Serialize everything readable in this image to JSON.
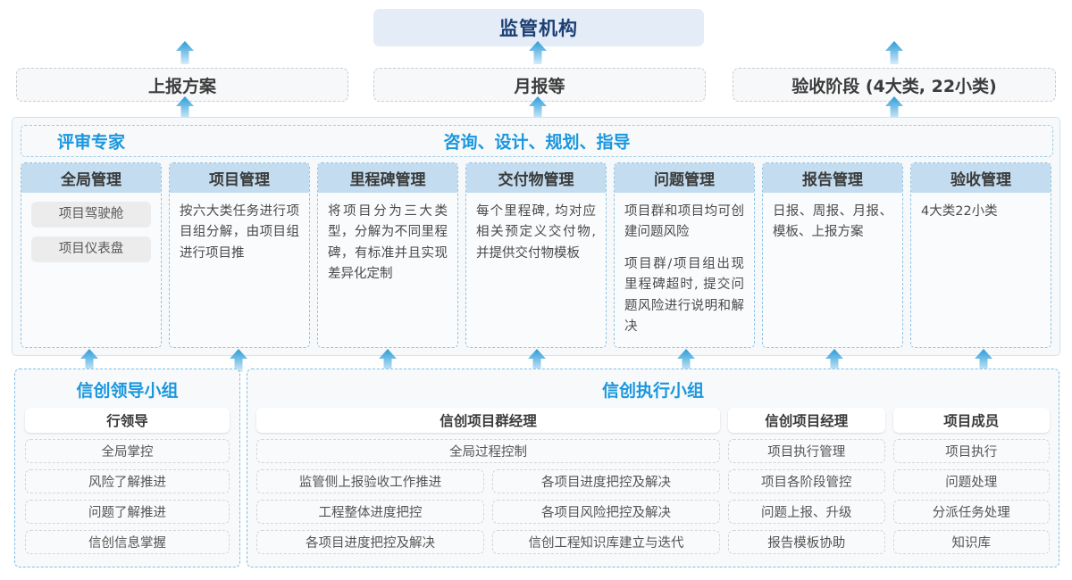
{
  "top": {
    "regulator": "监管机构",
    "boxes": [
      "上报方案",
      "月报等",
      "验收阶段 (4大类, 22小类)"
    ]
  },
  "band": {
    "header_left": "评审专家",
    "header_center": "咨询、设计、规划、指导",
    "columns": [
      {
        "title": "全局管理",
        "pills": [
          "项目驾驶舱",
          "项目仪表盘"
        ],
        "paragraphs": []
      },
      {
        "title": "项目管理",
        "pills": [],
        "paragraphs": [
          "按六大类任务进行项目组分解，由项目组进行项目推"
        ]
      },
      {
        "title": "里程碑管理",
        "pills": [],
        "paragraphs": [
          "将项目分为三大类型，分解为不同里程碑，有标准并且实现差异化定制"
        ]
      },
      {
        "title": "交付物管理",
        "pills": [],
        "paragraphs": [
          "每个里程碑, 均对应相关预定义交付物, 并提供交付物模板"
        ]
      },
      {
        "title": "问题管理",
        "pills": [],
        "paragraphs": [
          "项目群和项目均可创建问题风险",
          "项目群/项目组出现里程碑超时, 提交问题风险进行说明和解决"
        ]
      },
      {
        "title": "报告管理",
        "pills": [],
        "paragraphs": [
          "日报、周报、月报、模板、上报方案"
        ]
      },
      {
        "title": "验收管理",
        "pills": [],
        "paragraphs": [
          "4大类22小类"
        ]
      }
    ]
  },
  "bottom": {
    "left_group": {
      "title": "信创领导小组",
      "role": "行领导",
      "tasks": [
        "全局掌控",
        "风险了解推进",
        "问题了解推进",
        "信创信息掌握"
      ]
    },
    "right_group": {
      "title": "信创执行小组",
      "program_manager": {
        "role": "信创项目群经理",
        "full_task": "全局过程控制",
        "left_tasks": [
          "监管侧上报验收工作推进",
          "工程整体进度把控",
          "各项目进度把控及解决"
        ],
        "right_tasks": [
          "各项目进度把控及解决",
          "各项目风险把控及解决",
          "信创工程知识库建立与迭代"
        ]
      },
      "project_manager": {
        "role": "信创项目经理",
        "tasks": [
          "项目执行管理",
          "项目各阶段管控",
          "问题上报、升级",
          "报告模板协助"
        ]
      },
      "member": {
        "role": "项目成员",
        "tasks": [
          "项目执行",
          "问题处理",
          "分派任务处理",
          "知识库"
        ]
      }
    }
  },
  "arrows": {
    "top_row_x": [
      207,
      602,
      1001
    ],
    "mid_row_x": [
      100,
      267,
      434,
      601,
      768,
      934,
      1101
    ]
  },
  "colors": {
    "accent_blue": "#1a97de",
    "regulator_bg": "#e3ecf7",
    "regulator_text": "#1d3f73",
    "column_header_bg": "#c3dcef",
    "arrow_top": "#2b9cd8",
    "arrow_bottom": "#c8e6f7"
  }
}
